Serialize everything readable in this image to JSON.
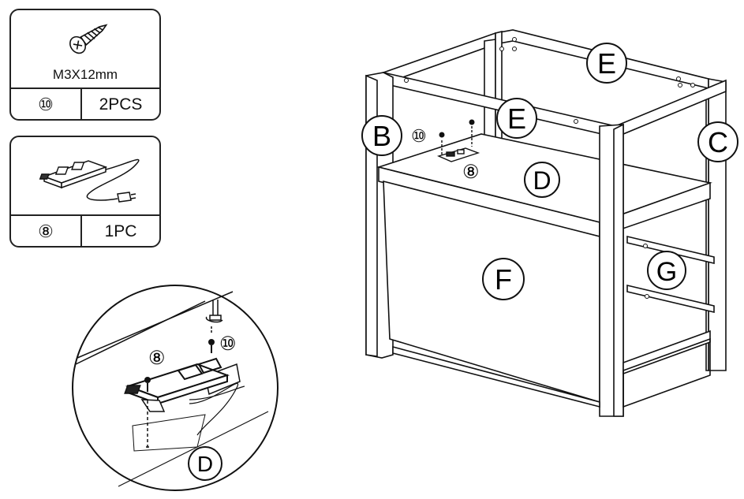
{
  "parts": [
    {
      "name": "screw",
      "spec": "M3X12mm",
      "number": "⑩",
      "quantity": "2PCS",
      "icon": "screw-icon"
    },
    {
      "name": "power-strip",
      "number": "⑧",
      "quantity": "1PC",
      "icon": "power-strip-icon"
    }
  ],
  "detail": {
    "screw_number": "⑩",
    "strip_number": "⑧",
    "panel_label": "D"
  },
  "main": {
    "labels": {
      "B": "B",
      "C": "C",
      "D": "D",
      "E_top": "E",
      "E_front": "E",
      "F": "F",
      "G": "G"
    },
    "screw_number": "⑩",
    "strip_number": "⑧"
  }
}
